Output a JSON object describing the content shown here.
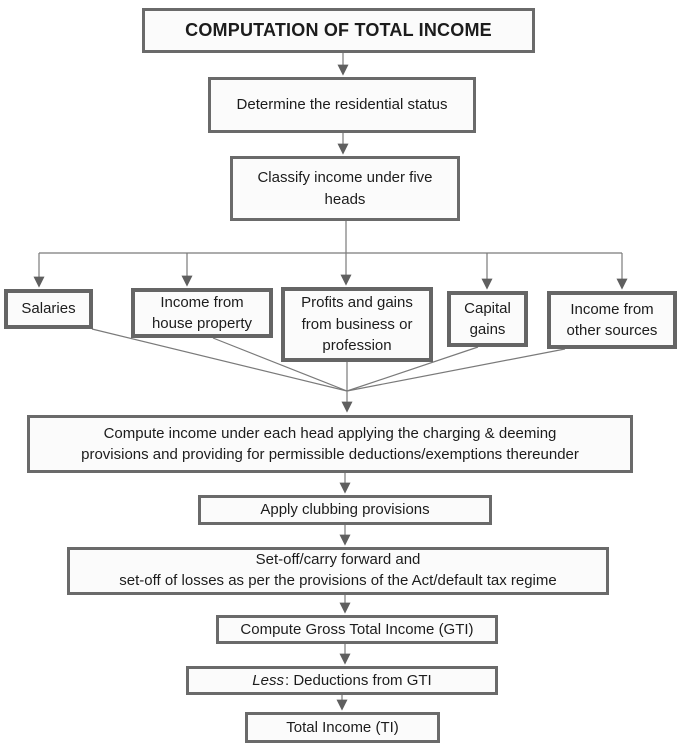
{
  "diagram": {
    "title": "COMPUTATION OF TOTAL INCOME",
    "steps": {
      "residential": "Determine the residential status",
      "classify_line1": "Classify income under five",
      "classify_line2": "heads",
      "compute_line1": "Compute income under each head applying the charging & deeming",
      "compute_line2": "provisions and providing for permissible deductions/exemptions thereunder",
      "clubbing": "Apply clubbing provisions",
      "setoff_line1": "Set-off/carry forward and",
      "setoff_line2": "set-off of losses as per the provisions of the Act/default tax regime",
      "gti": "Compute Gross Total Income (GTI)",
      "less_prefix": "Less",
      "less_suffix": ": Deductions from GTI",
      "total": "Total Income (TI)"
    },
    "heads": [
      {
        "label": "Salaries"
      },
      {
        "label": "Income from house property"
      },
      {
        "label": "Profits and gains from business or profession"
      },
      {
        "label": "Capital gains"
      },
      {
        "label": "Income from other sources"
      }
    ],
    "colors": {
      "box_border": "#6a6a6a",
      "box_fill": "#fbfbfb",
      "connector": "#7a7a7a",
      "arrowhead": "#5f5f5f",
      "text": "#1c1c1c"
    }
  }
}
